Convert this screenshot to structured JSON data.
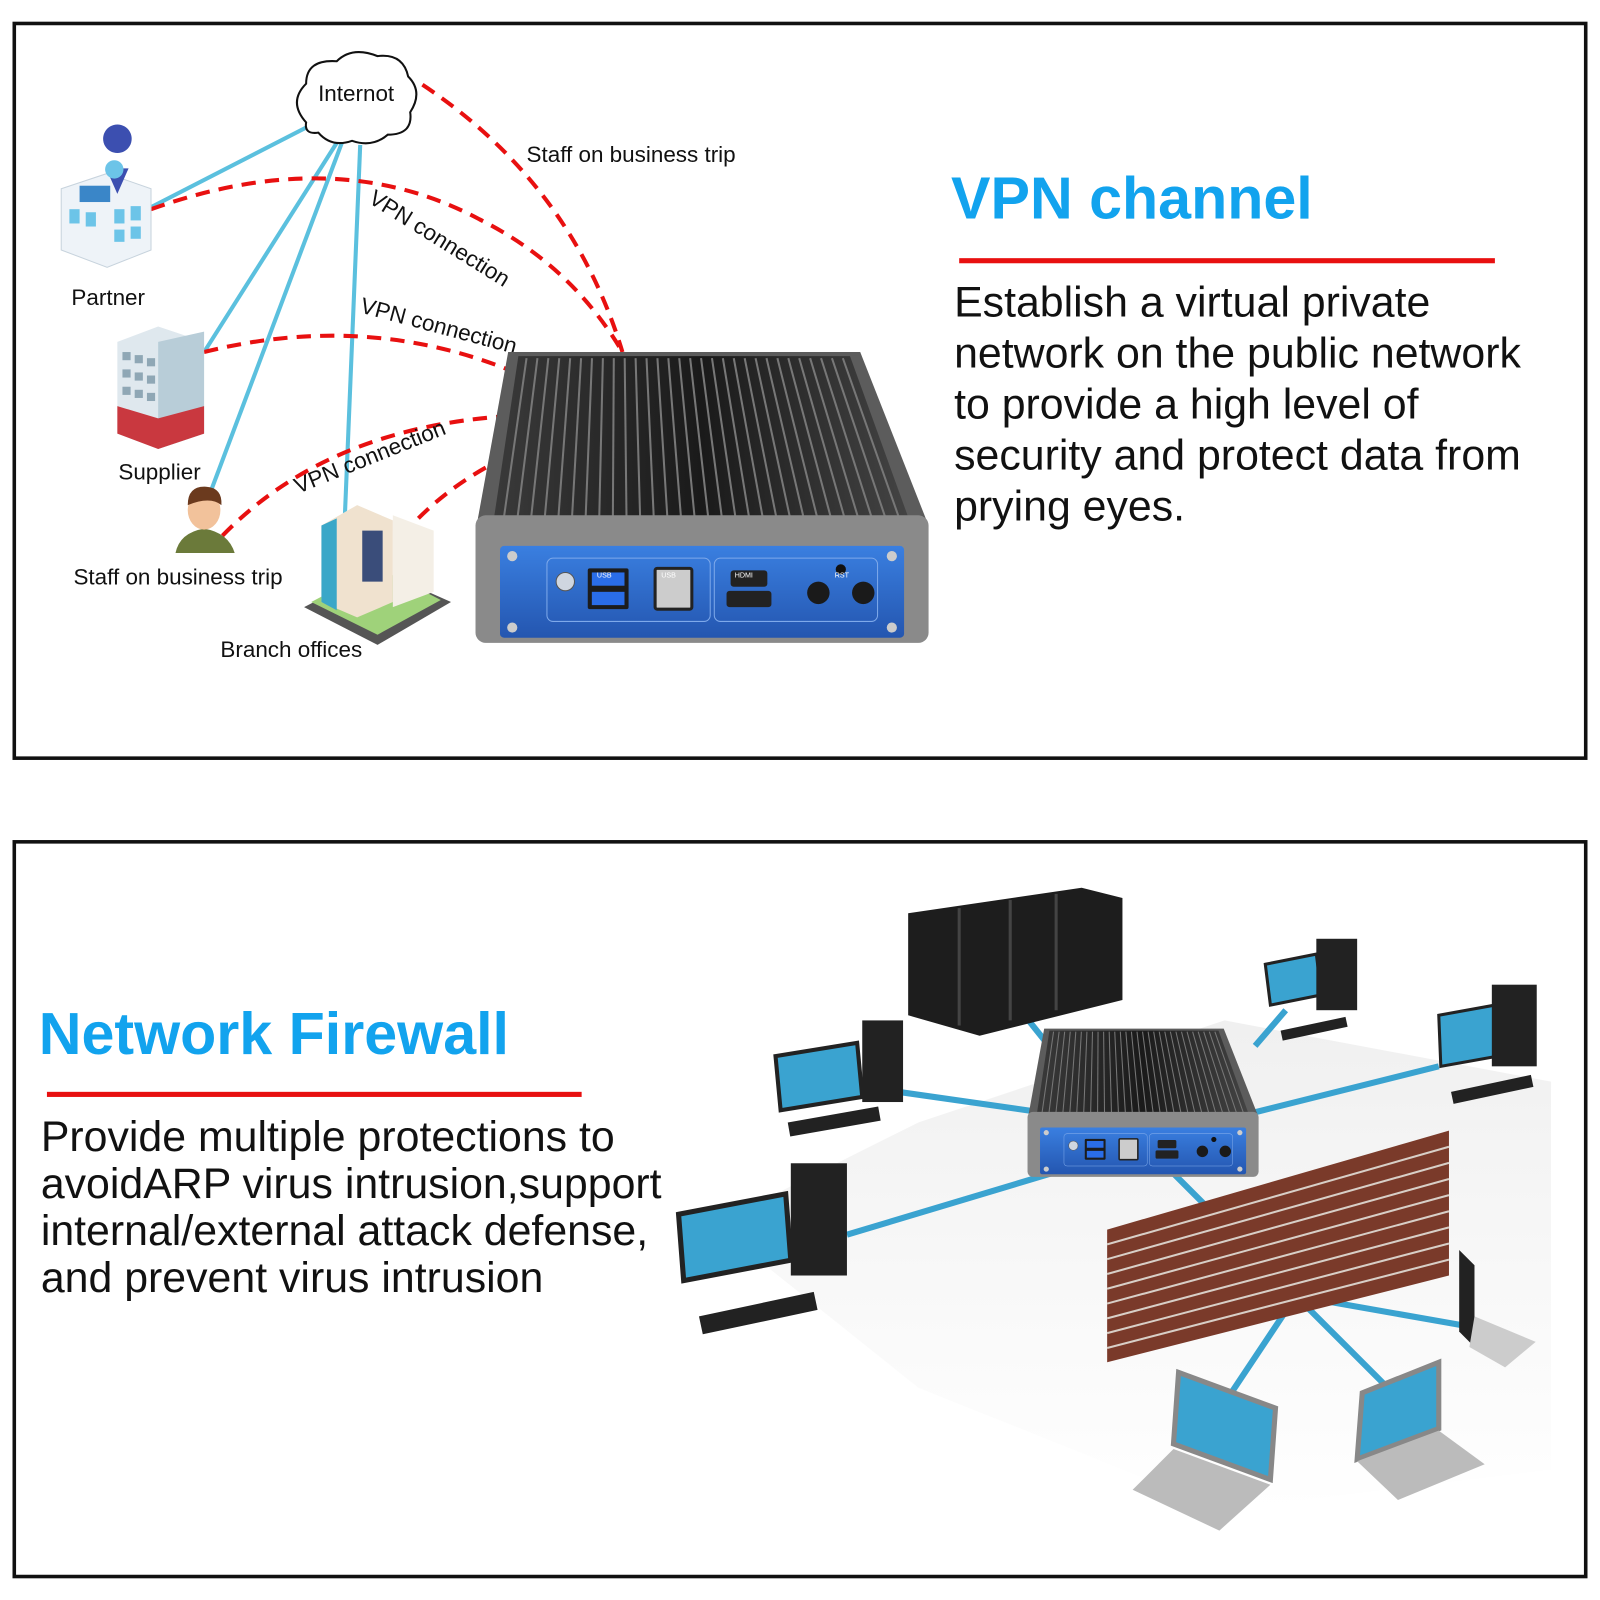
{
  "vpn_section": {
    "title": "VPN channel",
    "description_lines": [
      "Establish a virtual private",
      "network on the public network",
      "to provide a high level of",
      "security and protect data from",
      "prying eyes."
    ],
    "diagram": {
      "cloud_label": "Internot",
      "nodes": {
        "partner": "Partner",
        "supplier": "Supplier",
        "staff": "Staff on business trip",
        "branch": "Branch offices",
        "staff_remote": "Staff on business trip"
      },
      "connection_labels": [
        "VPN connection",
        "VPN connection",
        "VPN connection"
      ]
    }
  },
  "firewall_section": {
    "title": "Network Firewall",
    "description_lines": [
      "Provide multiple protections to",
      "avoidARP virus intrusion,support",
      "internal/external attack defense,",
      "and prevent virus intrusion"
    ]
  },
  "device": {
    "port_labels": [
      "USB",
      "USB",
      "HDMI",
      "RST"
    ]
  },
  "colors": {
    "accent_blue": "#12a3ee",
    "underline_red": "#e81010",
    "vpn_line_red": "#e81010",
    "link_line_blue": "#5bc0de",
    "device_panel_blue": "#2f6fd0"
  }
}
